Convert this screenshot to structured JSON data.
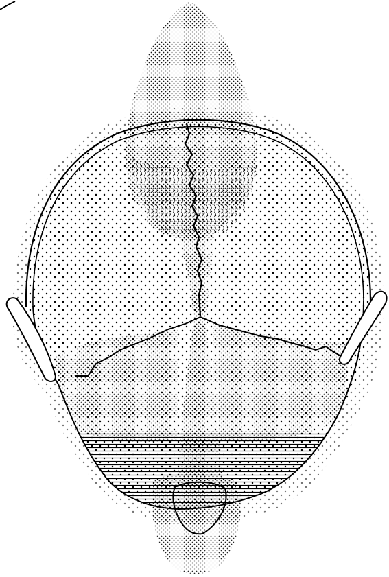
{
  "figure": {
    "subject": "skull-top-view-sutures",
    "colors": {
      "ink": "#000000",
      "paper": "#ffffff",
      "stipple_light": "#d9d9d9",
      "stipple_medium": "#a9a9a9",
      "stipple_dense": "#7a7a7a"
    },
    "icons": [
      "skull-outline",
      "ear-left",
      "ear-right",
      "sagittal-suture",
      "coronal-suture",
      "frontal-fontanelle",
      "occipital-region",
      "bottom-projection"
    ]
  }
}
